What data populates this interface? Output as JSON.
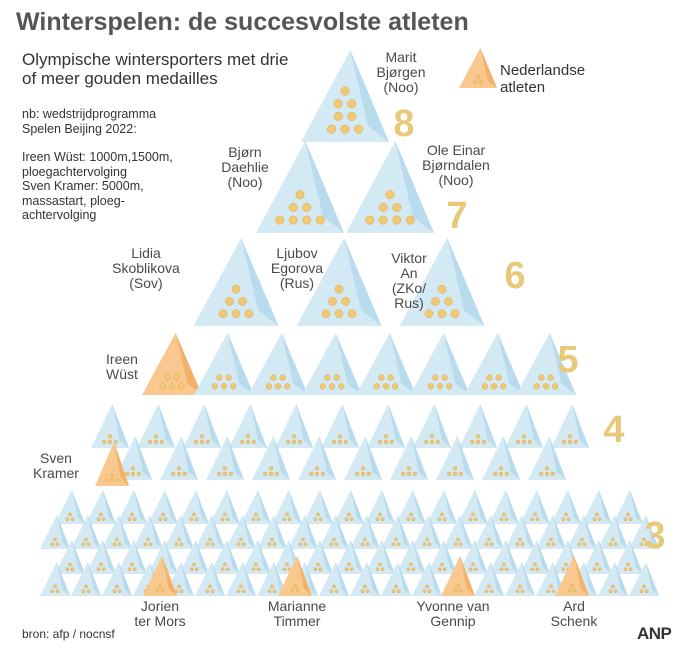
{
  "header": {
    "title": "Winterspelen: de succesvolste atleten",
    "subtitle_lines": [
      "Olympische wintersporters met drie",
      "of meer gouden medailles"
    ]
  },
  "note": {
    "line1": "nb: wedstrijdprogramma",
    "line2": "Spelen Beijing 2022:",
    "line3": "Ireen Wüst: 1000m,1500m,",
    "line4": "ploegachtervolging",
    "line5": "Sven Kramer: 5000m,",
    "line6": "massastart, ploeg-",
    "line7": "achtervolging"
  },
  "legend": {
    "line1": "Nederlandse",
    "line2": "atleten"
  },
  "footer": {
    "source": "bron:  afp / nocnsf",
    "logo": "ANP"
  },
  "colors": {
    "triangle": "#d3e9f4",
    "triangle_shade": "#b4d8ec",
    "dutch": "#f9c88f",
    "dutch_shade": "#f2ad64",
    "medal": "#f1c873",
    "medal_edge": "#dba84a",
    "number": "#e8c97a"
  },
  "chart_data": {
    "type": "pictogram",
    "tiers": [
      {
        "golds": 8,
        "count": 1,
        "dutch": 0,
        "number_label": "8",
        "athletes": [
          {
            "name_lines": [
              "Marit",
              "Bjørgen",
              "(Noo)"
            ]
          }
        ]
      },
      {
        "golds": 7,
        "count": 2,
        "dutch": 0,
        "number_label": "7",
        "athletes": [
          {
            "name_lines": [
              "Bjørn",
              "Daehlie",
              "(Noo)"
            ]
          },
          {
            "name_lines": [
              "Ole Einar",
              "Bjørndalen",
              "(Noo)"
            ]
          }
        ]
      },
      {
        "golds": 6,
        "count": 3,
        "dutch": 0,
        "number_label": "6",
        "athletes": [
          {
            "name_lines": [
              "Lidia",
              "Skoblikova",
              "(Sov)"
            ]
          },
          {
            "name_lines": [
              "Ljubov",
              "Egorova",
              "(Rus)"
            ]
          },
          {
            "name_lines": [
              "Viktor",
              "An",
              "(ZKo/",
              "Rus)"
            ]
          }
        ]
      },
      {
        "golds": 5,
        "count": 8,
        "dutch": 1,
        "number_label": "5",
        "athletes": [
          {
            "name_lines": [
              "Ireen",
              "Wüst"
            ]
          }
        ]
      },
      {
        "golds": 4,
        "count": 21,
        "dutch": 1,
        "number_label": "4",
        "athletes": [
          {
            "name_lines": [
              "Sven",
              "Kramer"
            ]
          }
        ]
      },
      {
        "golds": 3,
        "count": 50,
        "dutch": 4,
        "number_label": "3",
        "athletes": [
          {
            "name_lines": [
              "Jorien",
              "ter Mors"
            ]
          },
          {
            "name_lines": [
              "Marianne",
              "Timmer"
            ]
          },
          {
            "name_lines": [
              "Yvonne van",
              "Gennip"
            ]
          },
          {
            "name_lines": [
              "Ard",
              "Schenk"
            ]
          }
        ]
      }
    ]
  }
}
